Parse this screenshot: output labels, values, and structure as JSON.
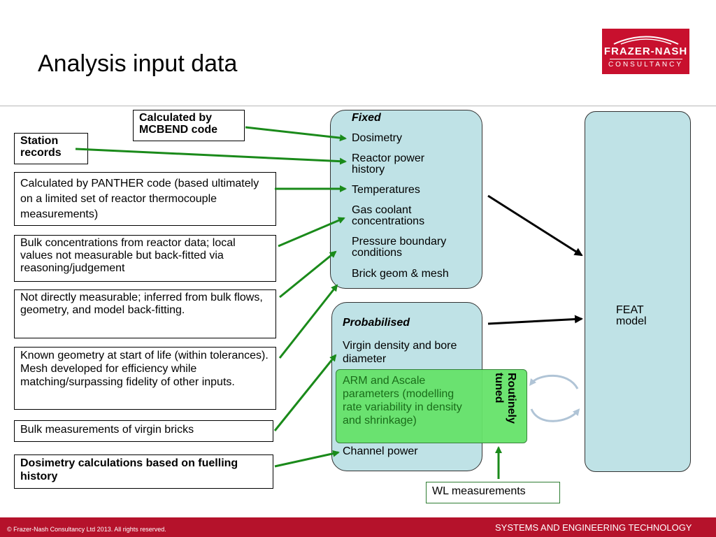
{
  "slide": {
    "title": "Analysis input data"
  },
  "logo": {
    "main": "FRAZER-NASH",
    "sub": "CONSULTANCY"
  },
  "sources": {
    "mcbend": "Calculated by MCBEND code",
    "station": "Station records",
    "panther": "Calculated by PANTHER code (based ultimately on a limited set of reactor thermocouple measurements)",
    "bulk_conc": "Bulk concentrations from reactor data; local values not measurable but back-fitted via reasoning/judgement",
    "not_measurable": "Not directly measurable; inferred from bulk flows, geometry, and model back-fitting.",
    "known_geom": "Known geometry at start of life (within tolerances).  Mesh developed for efficiency while matching/surpassing fidelity of other inputs.",
    "bulk_meas": "Bulk measurements of virgin bricks",
    "dosimetry_calc": "Dosimetry calculations based on fuelling history"
  },
  "fixed": {
    "heading": "Fixed",
    "items": [
      "Dosimetry",
      "Reactor power history",
      "Temperatures",
      "Gas coolant concentrations",
      "Pressure boundary conditions",
      "Brick geom & mesh"
    ]
  },
  "probabilised": {
    "heading": "Probabilised",
    "virgin": "Virgin density and bore diameter",
    "arm": "ARM and Ascale parameters (modelling rate variability in density and shrinkage)",
    "channel": "Channel power"
  },
  "tuned": {
    "label": "Routinely tuned"
  },
  "wl": {
    "label": "WL measurements"
  },
  "feat": {
    "label": "FEAT model"
  },
  "footer": {
    "copyright": "© Frazer-Nash Consultancy Ltd 2013.  All rights reserved.",
    "tagline": "SYSTEMS AND ENGINEERING TECHNOLOGY"
  },
  "colors": {
    "brand": "#c8102e",
    "panel": "#bfe2e6",
    "arrow_green": "#1a8a1a",
    "tuned_green": "#66e36a",
    "footer": "#b5122b"
  }
}
